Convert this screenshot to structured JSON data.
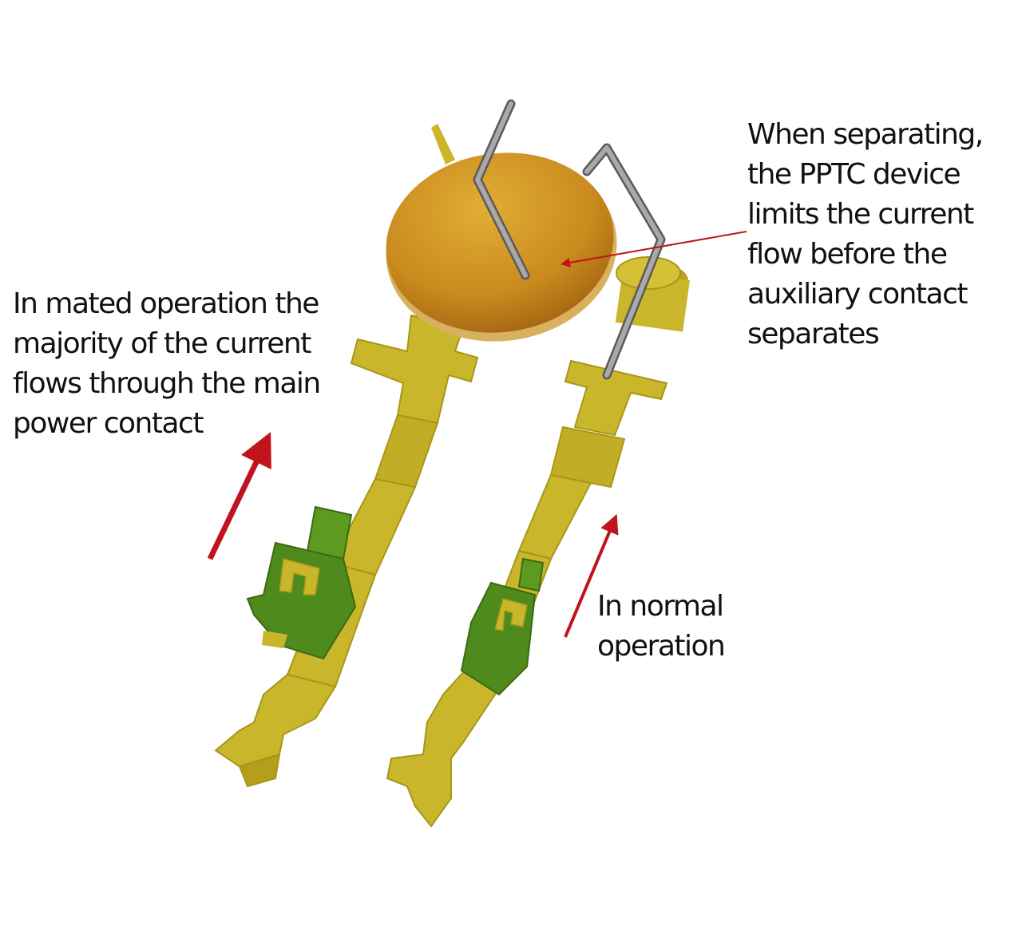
{
  "annotations": {
    "mated": "In mated operation the\nmajority of the current\nflows through the main\npower contact",
    "separating": "When separating,\nthe PPTC device\nlimits the current\nflow before the\nauxiliary contact\nseparates",
    "normal": "In normal\noperation"
  },
  "colors": {
    "contact_metal": "#c9b62a",
    "contact_shadow": "#9e8f15",
    "crimp_green": "#4f8a1c",
    "pptc_disc": "#d49a22",
    "pptc_disc_dark": "#a86a12",
    "wire_lead": "#8a8a8a",
    "arrow_red": "#c0141c"
  }
}
